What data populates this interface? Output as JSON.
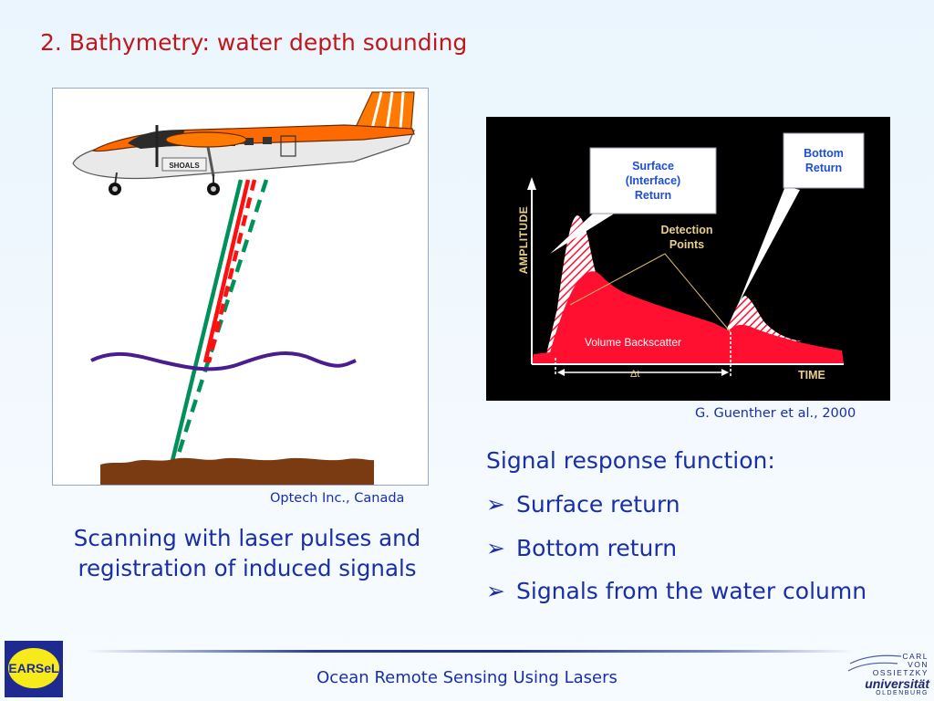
{
  "slide": {
    "title": "2. Bathymetry: water depth sounding",
    "left_credit": "Optech Inc., Canada",
    "left_caption": "Scanning with laser pulses and registration of induced signals",
    "right_credit": "G. Guenther et al., 2000",
    "signal_heading": "Signal response function:",
    "bullets": [
      "Surface return",
      "Bottom return",
      "Signals from the water column"
    ],
    "bullet_symbol": "➢",
    "footer": "Ocean Remote Sensing Using Lasers"
  },
  "plane_figure": {
    "aircraft_markings": "SHOALS",
    "colors": {
      "fuselage_top": "#ff6a00",
      "fuselage_bottom": "#e8e8e8",
      "water": "#4a1c8f",
      "seabed": "#7a3b12",
      "green_beam": "#00905a",
      "red_beam": "#ff1010"
    }
  },
  "waveform_figure": {
    "labels": {
      "surface_callout": "Surface\n(Interface)\nReturn",
      "bottom_callout": "Bottom\nReturn",
      "detection": "Detection\nPoints",
      "amplitude_axis": "AMPLITUDE",
      "time_axis": "TIME",
      "volume": "Volume Backscatter",
      "delta": "Δt"
    },
    "colors": {
      "background": "#000000",
      "fill": "#ff1030",
      "axis": "#ffffff",
      "label": "#e8d08a",
      "callout_text": "#1d4ed8"
    }
  },
  "logos": {
    "left": "EARSeL",
    "right_lines": [
      "CARL",
      "VON",
      "OSSIETZKY"
    ],
    "right_main": "universität",
    "right_city": "OLDENBURG"
  },
  "colors": {
    "title": "#c0171d",
    "text": "#1a2ea8",
    "footer_line": "#1f2f8a",
    "earsel_blue": "#1f2a90",
    "earsel_yellow": "#f7ea1a"
  }
}
